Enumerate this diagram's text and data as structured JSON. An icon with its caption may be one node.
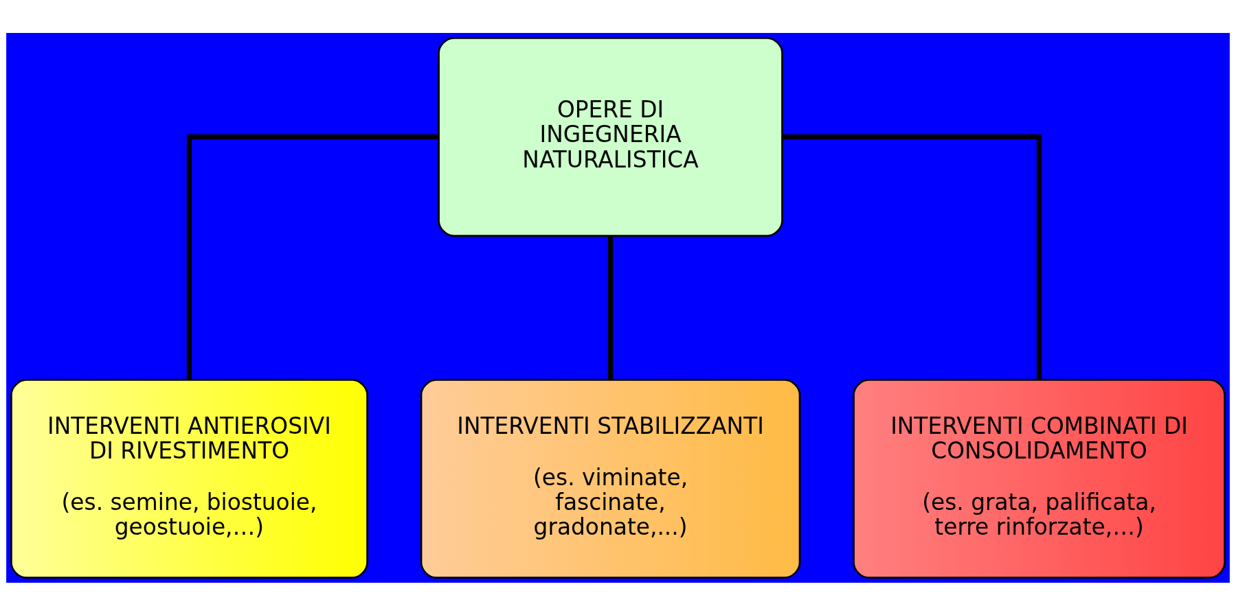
{
  "diagram": {
    "nodes": [
      {
        "text": [
          "OPERE DI INGEGNERIA NATURALISTICA"
        ]
      },
      {
        "text": [
          "INTERVENTI ANTIEROSIVI DI RIVESTIMENTO",
          "(es. semine, biostuoie, geostuoie,…)"
        ]
      },
      {
        "text": [
          "INTERVENTI STABILIZZANTI",
          "(es. viminate, fascinate, gradonate,...)"
        ]
      },
      {
        "text": [
          "INTERVENTI COMBINATI DI CONSOLIDAMENTO",
          "(es. grata, palificata, terre rinforzate,…)"
        ]
      }
    ],
    "edges": [
      {
        "from": 0,
        "to": 1,
        "arrow": "none"
      },
      {
        "from": 0,
        "to": 2,
        "arrow": "none"
      },
      {
        "from": 0,
        "to": 3,
        "arrow": "none"
      }
    ]
  }
}
